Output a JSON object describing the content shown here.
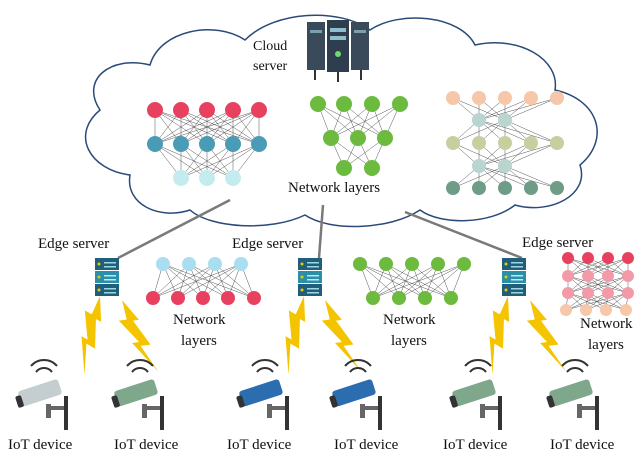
{
  "cloud": {
    "server_label_line1": "Cloud",
    "server_label_line2": "server",
    "network_label": "Network layers"
  },
  "edges": [
    {
      "label": "Edge server",
      "net_line1": "Network",
      "net_line2": "layers"
    },
    {
      "label": "Edge server",
      "net_line1": "Network",
      "net_line2": "layers"
    },
    {
      "label": "Edge server",
      "net_line1": "Network",
      "net_line2": "layers"
    }
  ],
  "devices": [
    {
      "label": "IoT device"
    },
    {
      "label": "IoT device"
    },
    {
      "label": "IoT device"
    },
    {
      "label": "IoT device"
    },
    {
      "label": "IoT device"
    },
    {
      "label": "IoT device"
    }
  ],
  "colors": {
    "cloud_outline": "#2a4a7a",
    "server_dark": "#1f5f7a",
    "server_teal": "#2a8fa8",
    "bolt": "#f5c400",
    "camera_grey": "#c4cdd0",
    "camera_blue": "#2c6db0",
    "camera_green": "#7fa78c"
  }
}
